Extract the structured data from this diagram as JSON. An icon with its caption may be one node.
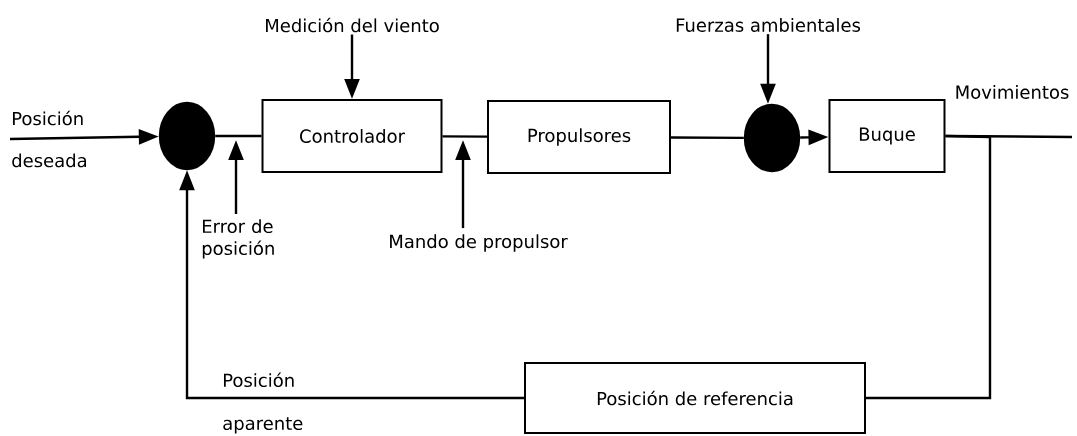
{
  "diagram": {
    "nodes": [
      {
        "text": [
          "Posición deseada"
        ]
      },
      {
        "text": [],
        "shape": "circle"
      },
      {
        "text": [
          "Controlador"
        ]
      },
      {
        "text": [
          "Propulsores"
        ]
      },
      {
        "text": [],
        "shape": "circle"
      },
      {
        "text": [
          "Buque"
        ]
      },
      {
        "text": [
          "Posición de referencia"
        ]
      },
      {
        "text": [
          "Medición del viento"
        ]
      },
      {
        "text": [
          "Fuerzas ambientales"
        ]
      },
      {
        "text": [
          "Error de posición"
        ]
      },
      {
        "text": [
          "Mando de propulsor"
        ]
      }
    ],
    "edges": [
      {
        "from": 0,
        "to": 1,
        "arrow": "to"
      },
      {
        "from": 1,
        "to": 2,
        "arrow": "none"
      },
      {
        "from": 2,
        "to": 3,
        "arrow": "none"
      },
      {
        "from": 3,
        "to": 4,
        "arrow": "none"
      },
      {
        "from": 4,
        "to": 5,
        "arrow": "to"
      },
      {
        "from": 7,
        "to": 2,
        "arrow": "to"
      },
      {
        "from": 8,
        "to": 4,
        "arrow": "to"
      },
      {
        "from": 9,
        "to": null,
        "arrow": "to"
      },
      {
        "from": 10,
        "to": null,
        "arrow": "to"
      },
      {
        "from": 5,
        "to": null,
        "arrow": "none",
        "label": "Movimientos"
      },
      {
        "from": 5,
        "to": 6,
        "arrow": "none"
      },
      {
        "from": 6,
        "to": 1,
        "arrow": "to",
        "label": "Posición aparente"
      }
    ]
  }
}
